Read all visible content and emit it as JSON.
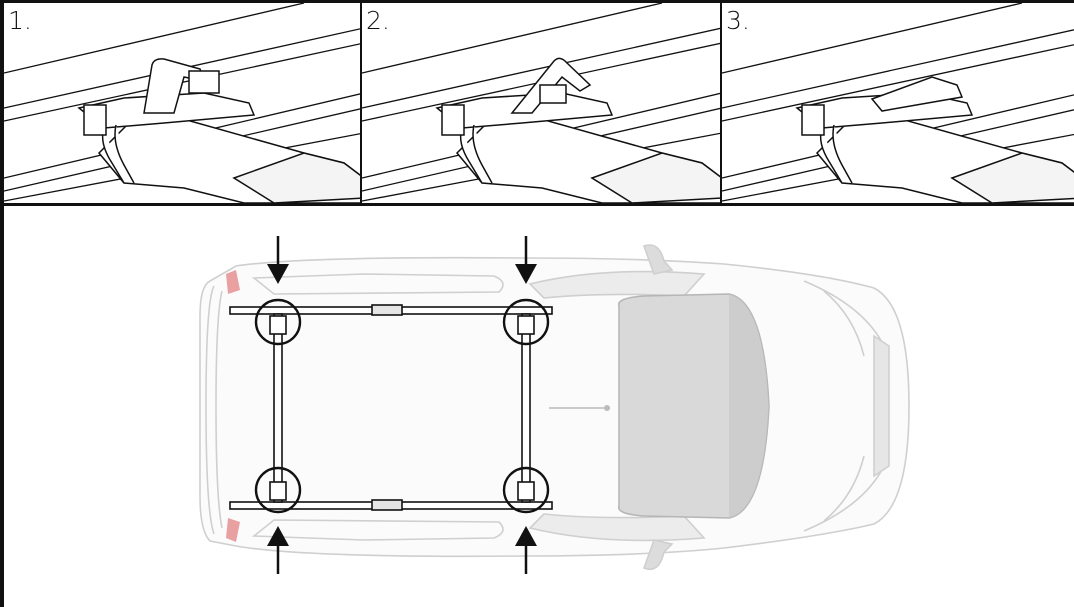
{
  "steps": [
    {
      "label": "1.",
      "state": "latch-open"
    },
    {
      "label": "2.",
      "state": "latch-closing"
    },
    {
      "label": "3.",
      "state": "latch-closed"
    }
  ],
  "overview": {
    "description_icon": "car-top-view-with-roof-rack",
    "arrows": [
      "arrow-down-icon",
      "arrow-down-icon",
      "arrow-up-icon",
      "arrow-up-icon"
    ],
    "highlight_color": "#e8a0a0",
    "line_color": "#111111",
    "body_color": "#d9d9d9"
  }
}
